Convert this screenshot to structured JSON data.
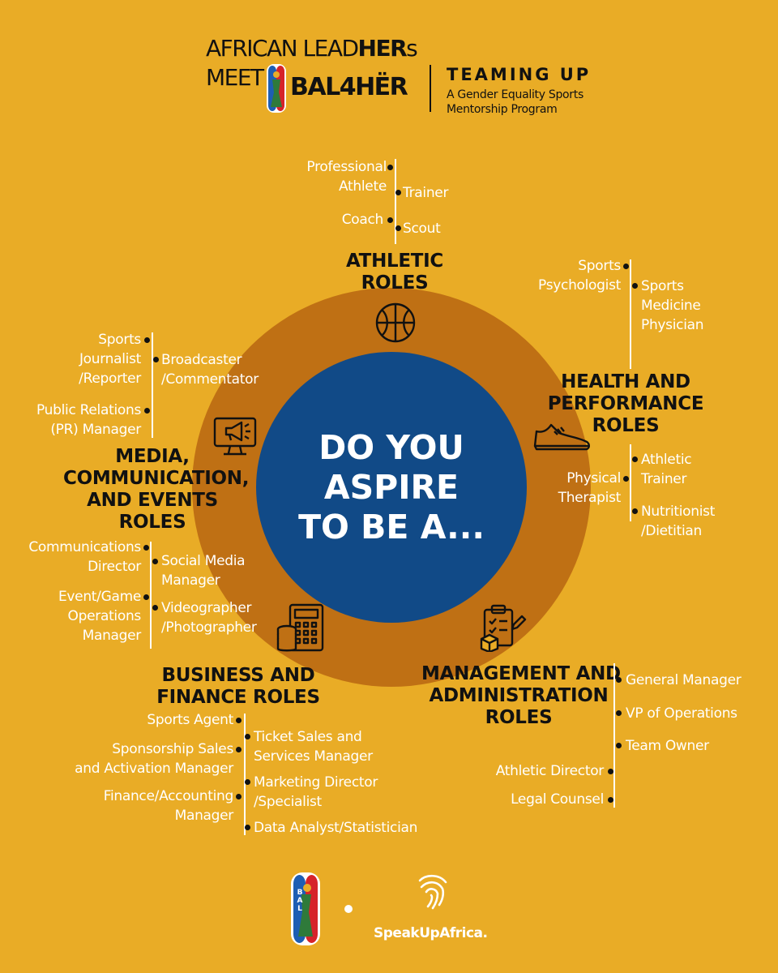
{
  "header": {
    "line1_prefix": "AFRICAN LEAD",
    "line1_emphasis": "HER",
    "line1_suffix": "s",
    "line2": "MEET",
    "bal4her_logo": "BAL4HËR",
    "teaming_up_title": "TEAMING UP",
    "teaming_up_subtitle_1": "A Gender Equality Sports",
    "teaming_up_subtitle_2": "Mentorship Program"
  },
  "center": {
    "question": "DO YOU ASPIRE\nTO BE A..."
  },
  "categories": {
    "athletic": {
      "heading_1": "ATHLETIC",
      "heading_2": "ROLES",
      "icon": "basketball-icon",
      "roles_left": [
        "Professional",
        "Athlete",
        "Coach"
      ],
      "roles_right": [
        "Trainer",
        "Scout"
      ]
    },
    "health": {
      "heading_1": "HEALTH AND",
      "heading_2": "PERFORMANCE",
      "heading_3": "ROLES",
      "icon": "sneaker-icon",
      "top_left": [
        "Sports",
        "Psychologist"
      ],
      "top_right": [
        "Sports",
        "Medicine",
        "Physician"
      ],
      "bottom_left": [
        "Physical",
        "Therapist"
      ],
      "bottom_right_1": [
        "Athletic",
        "Trainer"
      ],
      "bottom_right_2": [
        "Nutritionist",
        "/Dietitian"
      ]
    },
    "media": {
      "heading_1": "MEDIA,",
      "heading_2": "COMMUNICATION,",
      "heading_3": "AND EVENTS",
      "heading_4": "ROLES",
      "icon": "megaphone-monitor-icon",
      "top_left_1": [
        "Sports",
        "Journalist",
        "/Reporter"
      ],
      "top_left_2": [
        "Public Relations",
        "(PR) Manager"
      ],
      "top_right": [
        "Broadcaster",
        "/Commentator"
      ],
      "bottom_left_1": [
        "Communications",
        "Director"
      ],
      "bottom_left_2": [
        "Event/Game",
        "Operations",
        "Manager"
      ],
      "bottom_right_1": [
        "Social Media",
        "Manager"
      ],
      "bottom_right_2": [
        "Videographer",
        "/Photographer"
      ]
    },
    "business": {
      "heading_1": "BUSINESS AND",
      "heading_2": "FINANCE ROLES",
      "icon": "calculator-coins-icon",
      "left_1": [
        "Sports Agent"
      ],
      "left_2": [
        "Sponsorship Sales",
        "and Activation Manager"
      ],
      "left_3": [
        "Finance/Accounting",
        "Manager"
      ],
      "right_1": [
        "Ticket Sales and",
        "Services Manager"
      ],
      "right_2": [
        "Marketing Director",
        "/Specialist"
      ],
      "right_3": [
        "Data Analyst/Statistician"
      ]
    },
    "management": {
      "heading_1": "MANAGEMENT AND",
      "heading_2": "ADMINISTRATION",
      "heading_3": "ROLES",
      "icon": "clipboard-box-icon",
      "right": [
        "General Manager",
        "VP of Operations",
        "Team Owner"
      ],
      "left": [
        "Athletic Director",
        "Legal Counsel"
      ]
    }
  },
  "footer": {
    "bal_logo_text": "BAL",
    "speakup": "SpeakUpAfrica."
  },
  "colors": {
    "background": "#E9AC26",
    "ring": "#BF7014",
    "core": "#114A87",
    "text_dark": "#111111",
    "text_light": "#FFFFFF"
  }
}
